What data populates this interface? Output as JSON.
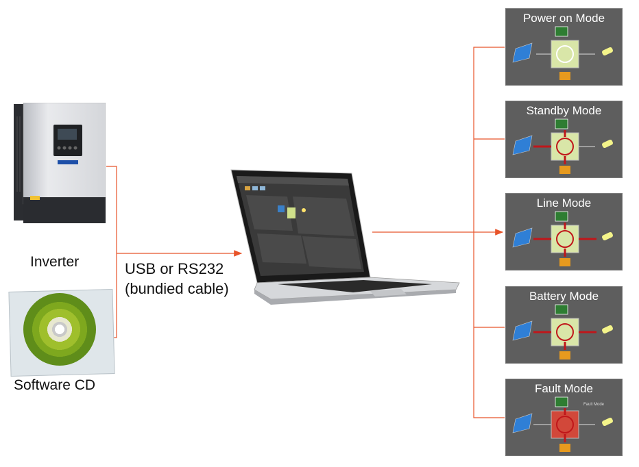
{
  "labels": {
    "inverter": "Inverter",
    "software_cd": "Software CD",
    "cable_line1": "USB or RS232",
    "cable_line2": "(bundied cable)"
  },
  "modes": [
    {
      "title": "Power on Mode",
      "state": "power-on"
    },
    {
      "title": "Standby Mode",
      "state": "standby"
    },
    {
      "title": "Line Mode",
      "state": "line"
    },
    {
      "title": "Battery Mode",
      "state": "battery"
    },
    {
      "title": "Fault Mode",
      "state": "fault",
      "sub": "Fault Mode"
    }
  ],
  "colors": {
    "connector": "#e8542a",
    "panel_bg": "#5e5e5e",
    "flow_arrow": "#c0161a",
    "fault_box": "#d2483a"
  }
}
